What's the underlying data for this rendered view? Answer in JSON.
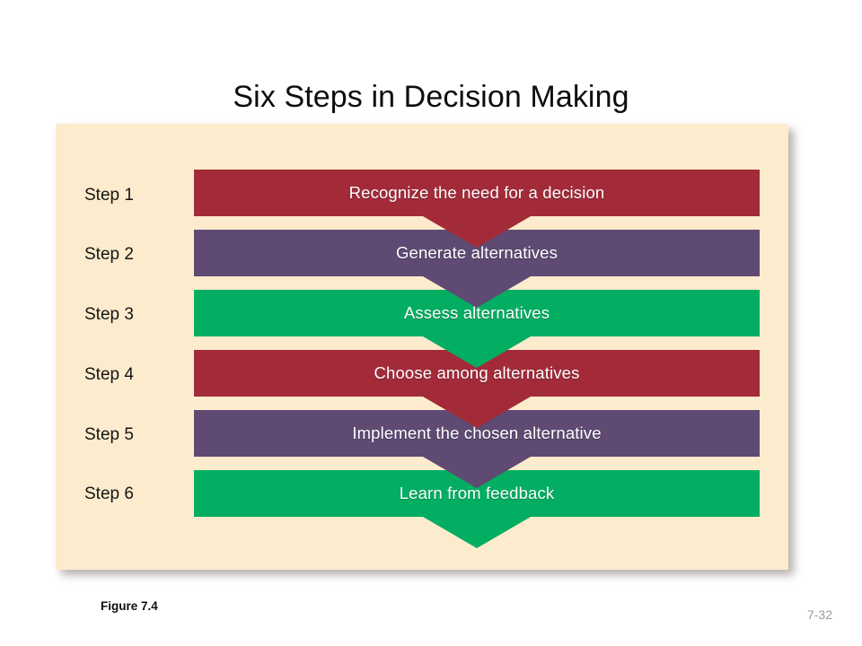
{
  "slide": {
    "title": "Six Steps in Decision Making",
    "caption": "Figure 7.4",
    "page_number": "7-32",
    "background_color": "#ffffff",
    "panel_color": "#fdebcd"
  },
  "colors": {
    "dark_red": "#a32b39",
    "purple": "#5e4a72",
    "green": "#03ae62",
    "band_text": "#ffffff",
    "title_text": "#0d0d0d",
    "page_number_text": "#9a9a9a"
  },
  "chart_data": {
    "type": "diagram",
    "diagram_type": "chevron-process-flow",
    "title": "Six Steps in Decision Making",
    "direction": "top-to-bottom",
    "step_count": 6,
    "steps": [
      {
        "step_label": "Step 1",
        "text": "Recognize the need for a decision",
        "color": "#a32b39"
      },
      {
        "step_label": "Step 2",
        "text": "Generate alternatives",
        "color": "#5e4a72"
      },
      {
        "step_label": "Step 3",
        "text": "Assess alternatives",
        "color": "#03ae62"
      },
      {
        "step_label": "Step 4",
        "text": "Choose among alternatives",
        "color": "#a32b39"
      },
      {
        "step_label": "Step 5",
        "text": "Implement the chosen alternative",
        "color": "#5e4a72"
      },
      {
        "step_label": "Step 6",
        "text": "Learn from feedback",
        "color": "#03ae62"
      }
    ]
  }
}
